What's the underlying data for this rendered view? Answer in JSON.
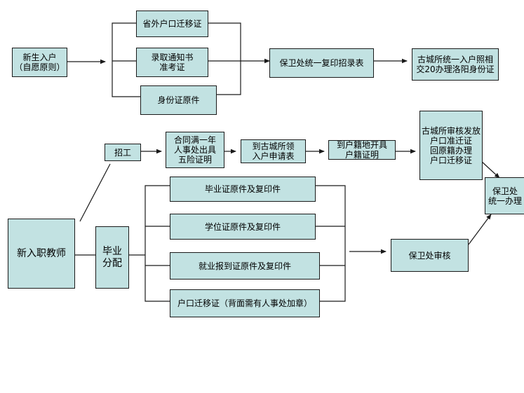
{
  "boxes": {
    "newborn": "新生入户\n（自愿原则）",
    "out_province": "省外户口迁移证",
    "admission": "录取通知书\n准考证",
    "id_card_original": "身份证原件",
    "security_copy": "保卫处统一复印招录表",
    "gucheng_household": "古城所统一入户照相\n交20办理洛阳身份证",
    "recruit": "招工",
    "contract": "合同满一年\n人事处出具\n五险证明",
    "gucheng_apply": "到古城所领\n入户申请表",
    "hukou_proof": "到户籍地开具\n户籍证明",
    "gucheng_review": "古城所审核发放\n户口准迁证\n回原籍办理\n户口迁移证",
    "security_handle": "保卫处\n统一办理",
    "new_teacher": "新入职教师",
    "graduation": "毕业\n分配",
    "diploma": "毕业证原件及复印件",
    "degree": "学位证原件及复印件",
    "employment": "就业报到证原件及复印件",
    "migration": "户口迁移证（背面需有人事处加章）",
    "security_review": "保卫处审核"
  },
  "colors": {
    "box_fill": "#c2e2e2",
    "line": "#1a1a1a"
  }
}
